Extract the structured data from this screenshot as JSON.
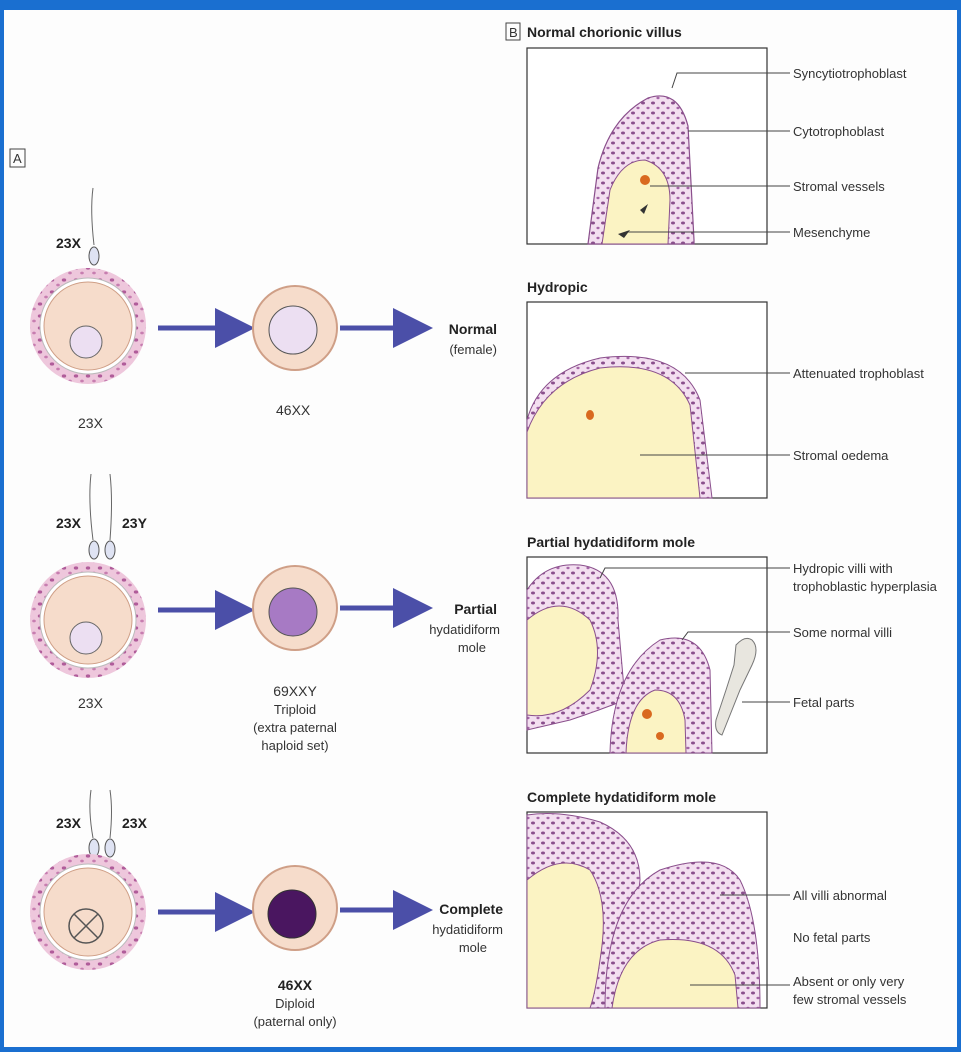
{
  "panel_a": {
    "letter": "A",
    "rows": [
      {
        "sperm_labels": [
          "23X"
        ],
        "egg_label": "23X",
        "zygote_label": "46XX",
        "outcome_title": "Normal",
        "outcome_sub": [
          "(female)"
        ]
      },
      {
        "sperm_labels": [
          "23X",
          "23Y"
        ],
        "egg_label": "23X",
        "zygote_label": "69XXY",
        "zygote_notes": [
          "Triploid",
          "(extra paternal",
          "haploid set)"
        ],
        "outcome_title": "Partial",
        "outcome_sub": [
          "hydatidiform",
          "mole"
        ]
      },
      {
        "sperm_labels": [
          "23X",
          "23X"
        ],
        "zygote_label": "46XX",
        "zygote_notes": [
          "Diploid",
          "(paternal only)"
        ],
        "outcome_title": "Complete",
        "outcome_sub": [
          "hydatidiform",
          "mole"
        ]
      }
    ]
  },
  "panel_b": {
    "letter": "B",
    "boxes": [
      {
        "title": "Normal chorionic villus",
        "labels": [
          "Syncytiotrophoblast",
          "Cytotrophoblast",
          "Stromal vessels",
          "Mesenchyme"
        ]
      },
      {
        "title": "Hydropic",
        "labels": [
          "Attenuated trophoblast",
          "Stromal oedema"
        ]
      },
      {
        "title": "Partial hydatidiform mole",
        "labels": [
          "Hydropic villi with",
          "trophoblastic hyperplasia",
          "Some normal villi",
          "Fetal parts"
        ]
      },
      {
        "title": "Complete hydatidiform mole",
        "labels": [
          "All villi abnormal",
          "No fetal parts",
          "Absent or only very",
          "few stromal vessels"
        ]
      }
    ]
  },
  "colors": {
    "frame": "#1a6fd0",
    "arrow": "#4b4fa8",
    "egg_fill": "#f6dccb",
    "nucleus": "#ecdff2",
    "partial_nucleus": "#a77ac4",
    "complete_nucleus": "#4a1660",
    "trophoblast": "#f3dff0",
    "trophoblast_dots": "#8a4f8c",
    "stroma": "#fbf3c3",
    "vessel": "#d9691f"
  }
}
